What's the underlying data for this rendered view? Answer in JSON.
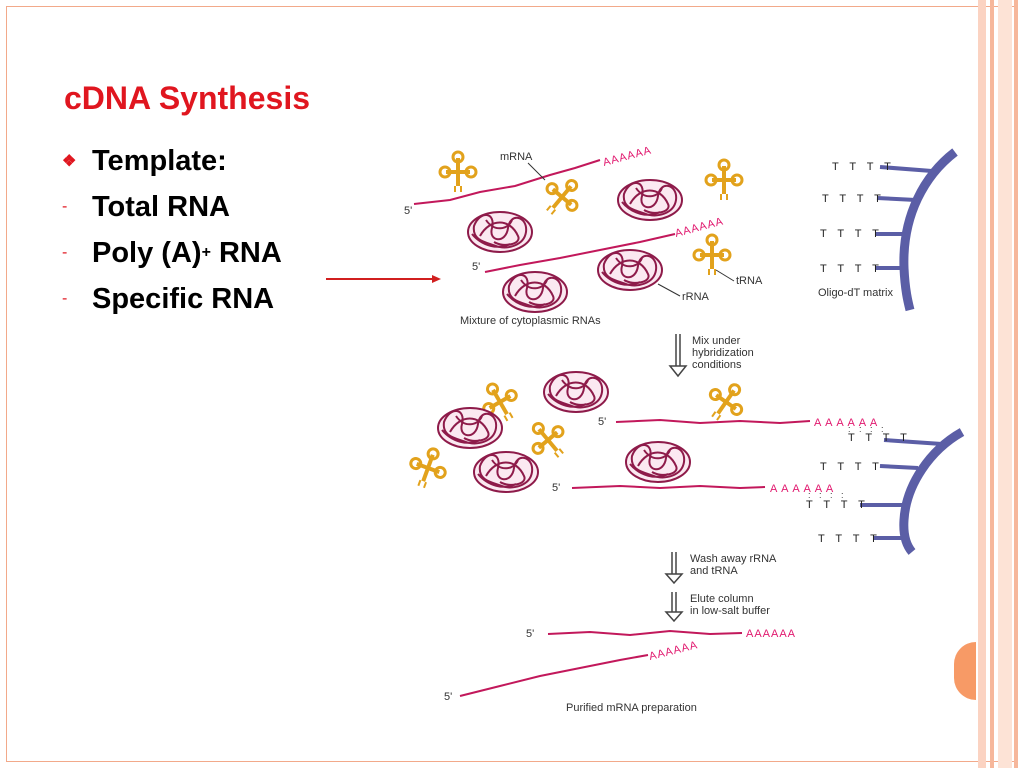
{
  "slide": {
    "title": "cDNA Synthesis",
    "bullets": [
      {
        "marker": "❖",
        "text": "Template:"
      },
      {
        "marker": "-",
        "text": "Total RNA"
      },
      {
        "marker": "-",
        "text": "Poly (A)",
        "superscript": "+",
        "suffix": " RNA"
      },
      {
        "marker": "-",
        "text": "Specific RNA"
      }
    ],
    "accent_color": "#e0161f",
    "frame_color": "#f2a98a"
  },
  "diagram": {
    "labels": {
      "mrna": "mRNA",
      "five_prime": "5'",
      "polya": "AAAAAA",
      "polya_spaced": "A A A A A A",
      "trna": "tRNA",
      "rrna": "rRNA",
      "oligo_tt": "T T T T",
      "oligo_matrix": "Oligo-dT matrix",
      "mixture": "Mixture of cytoplasmic RNAs",
      "step1_line1": "Mix under",
      "step1_line2": "hybridization",
      "step1_line3": "conditions",
      "step2_line1": "Wash away rRNA",
      "step2_line2": "and tRNA",
      "step3_line1": "Elute column",
      "step3_line2": "in low-salt buffer",
      "purified": "Purified mRNA preparation"
    },
    "colors": {
      "mrna": "#c2185b",
      "trna": "#e2a21c",
      "rrna": "#8e1b4a",
      "matrix": "#5b5ea6",
      "arrow": "#d11f1f"
    }
  }
}
